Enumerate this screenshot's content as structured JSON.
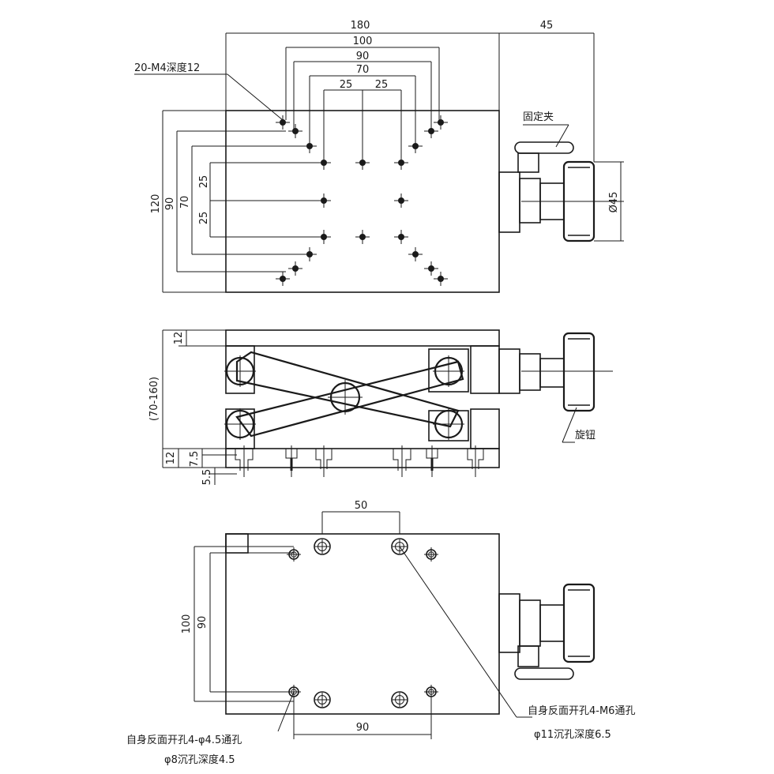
{
  "top_view": {
    "dims": {
      "width_total": "180",
      "knob_offset": "45",
      "d100": "100",
      "d90": "90",
      "d70": "70",
      "d25_left": "25",
      "d25_right": "25",
      "h120": "120",
      "h90": "90",
      "h70": "70",
      "v25_top": "25",
      "v25_bottom": "25",
      "knob_dia": "Ø45"
    },
    "labels": {
      "thread_holes": "20-M4深度12",
      "clamp": "固定夹"
    }
  },
  "side_view": {
    "dims": {
      "top_plate": "12",
      "height_range": "(70-160)",
      "base_plate": "12",
      "d7_5": "7.5",
      "d5_5": "5.5"
    },
    "labels": {
      "knob": "旋钮"
    }
  },
  "bottom_view": {
    "dims": {
      "d50": "50",
      "d100": "100",
      "d90_v": "90",
      "d90_h": "90"
    },
    "labels": {
      "m6_line1": "自身反面开孔4-M6通孔",
      "m6_line2": "φ11沉孔深度6.5",
      "m45_line1": "自身反面开孔4-φ4.5通孔",
      "m45_line2": "φ8沉孔深度4.5"
    }
  }
}
